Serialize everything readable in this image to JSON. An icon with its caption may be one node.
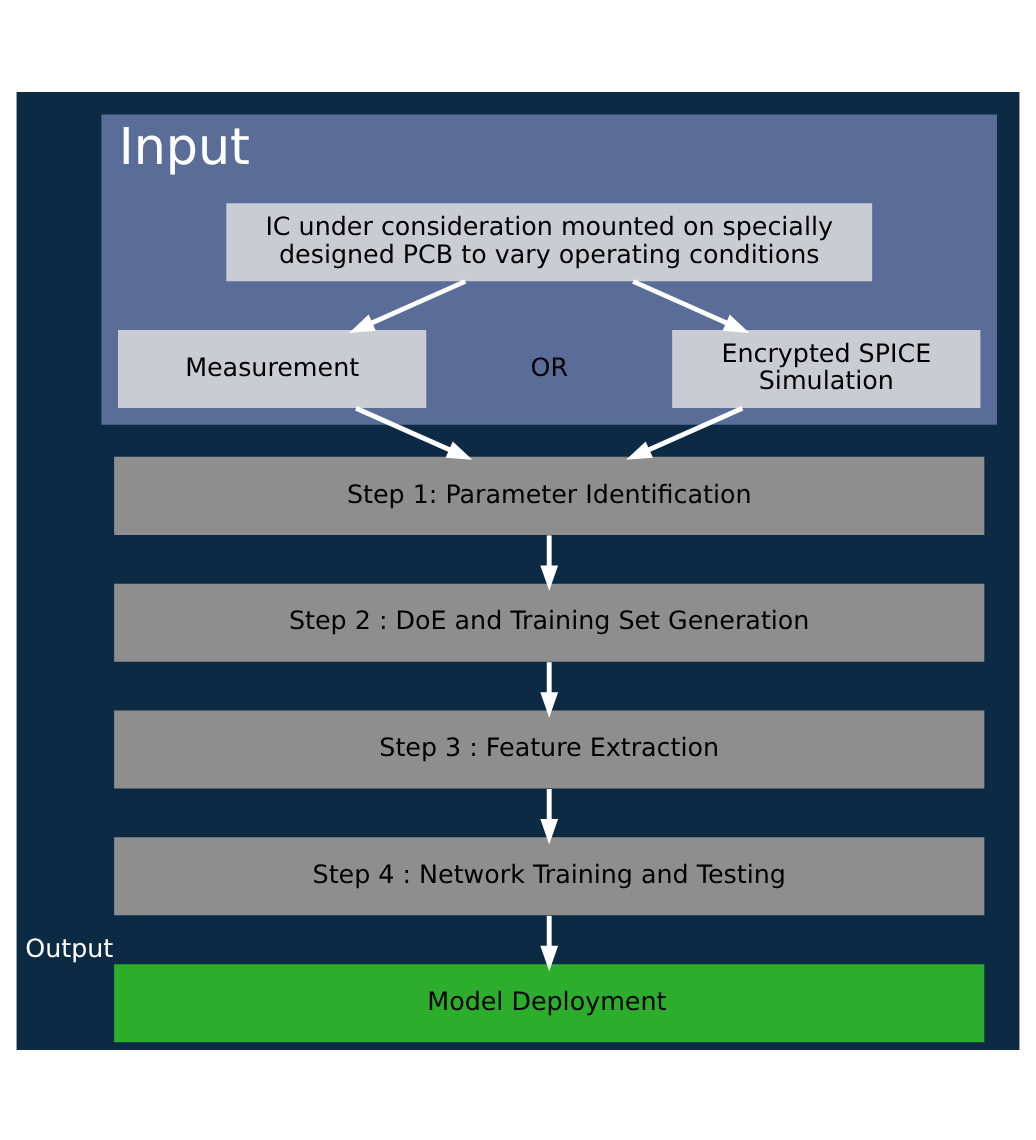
{
  "diagram": {
    "nodes": [
      {
        "text": [
          "Input"
        ]
      },
      {
        "text": [
          "IC under consideration mounted on specially designed PCB to vary operating conditions"
        ],
        "in": 0
      },
      {
        "text": [
          "Measurement"
        ],
        "in": 0
      },
      {
        "text": [
          "Encrypted SPICE Simulation"
        ],
        "in": 0
      },
      {
        "text": [
          "Step 1: Parameter Identification"
        ]
      },
      {
        "text": [
          "Step 2 : DoE and Training Set Generation"
        ]
      },
      {
        "text": [
          "Step 3 : Feature Extraction"
        ]
      },
      {
        "text": [
          "Step 4 : Network Training and Testing"
        ]
      },
      {
        "text": [
          "Model Deployment"
        ],
        "beside": [
          "Output"
        ]
      }
    ],
    "edges": [
      {
        "from": 1,
        "to": 2,
        "arrow": "to"
      },
      {
        "from": 1,
        "to": 3,
        "arrow": "to"
      },
      {
        "from": 2,
        "to": 4,
        "arrow": "to"
      },
      {
        "from": 3,
        "to": 4,
        "arrow": "to"
      },
      {
        "from": 4,
        "to": 5,
        "arrow": "to"
      },
      {
        "from": 5,
        "to": 6,
        "arrow": "to"
      },
      {
        "from": 6,
        "to": 7,
        "arrow": "to"
      },
      {
        "from": 7,
        "to": 8,
        "arrow": "to"
      }
    ],
    "labels": [
      "OR"
    ]
  }
}
